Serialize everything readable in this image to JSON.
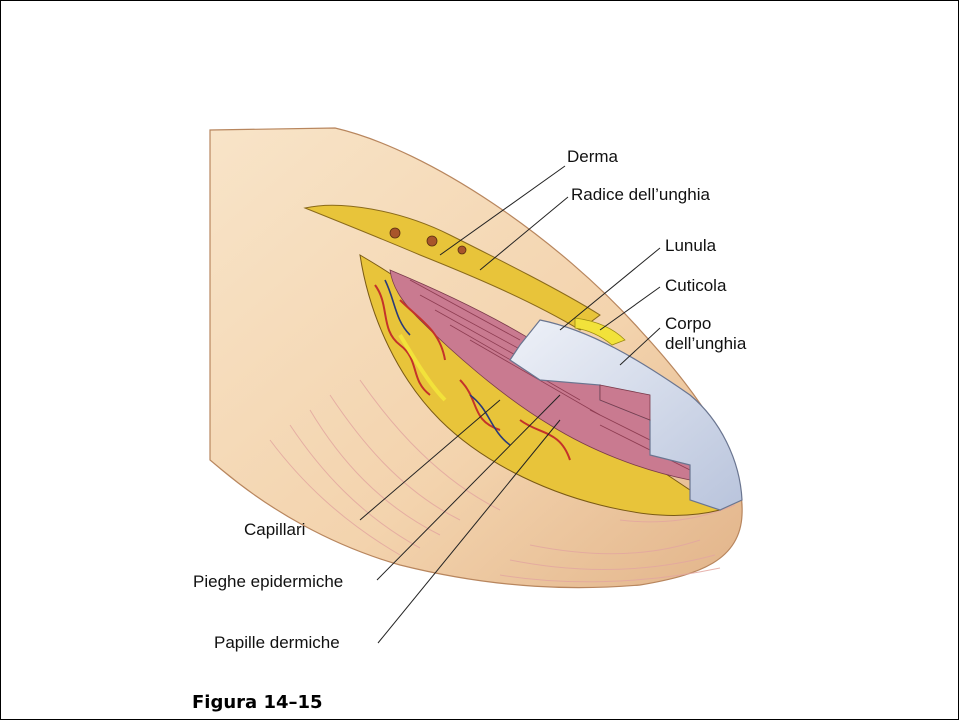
{
  "figure": {
    "caption": "Figura 14–15",
    "labels": {
      "derma": "Derma",
      "radice": "Radice dell’unghia",
      "lunula": "Lunula",
      "cuticola": "Cuticola",
      "corpo_line1": "Corpo",
      "corpo_line2": "dell’unghia",
      "capillari": "Capillari",
      "pieghe": "Pieghe epidermiche",
      "papille": "Papille dermiche"
    }
  },
  "colors": {
    "skin": "#f5d9b8",
    "skin_shadow": "#ddb38c",
    "nail": "#d4dcee",
    "dermis_yellow": "#e8c43a",
    "nail_bed_pink": "#c97a90",
    "capillary_red": "#c4322a",
    "cuticle_yellow": "#f2e23a"
  }
}
